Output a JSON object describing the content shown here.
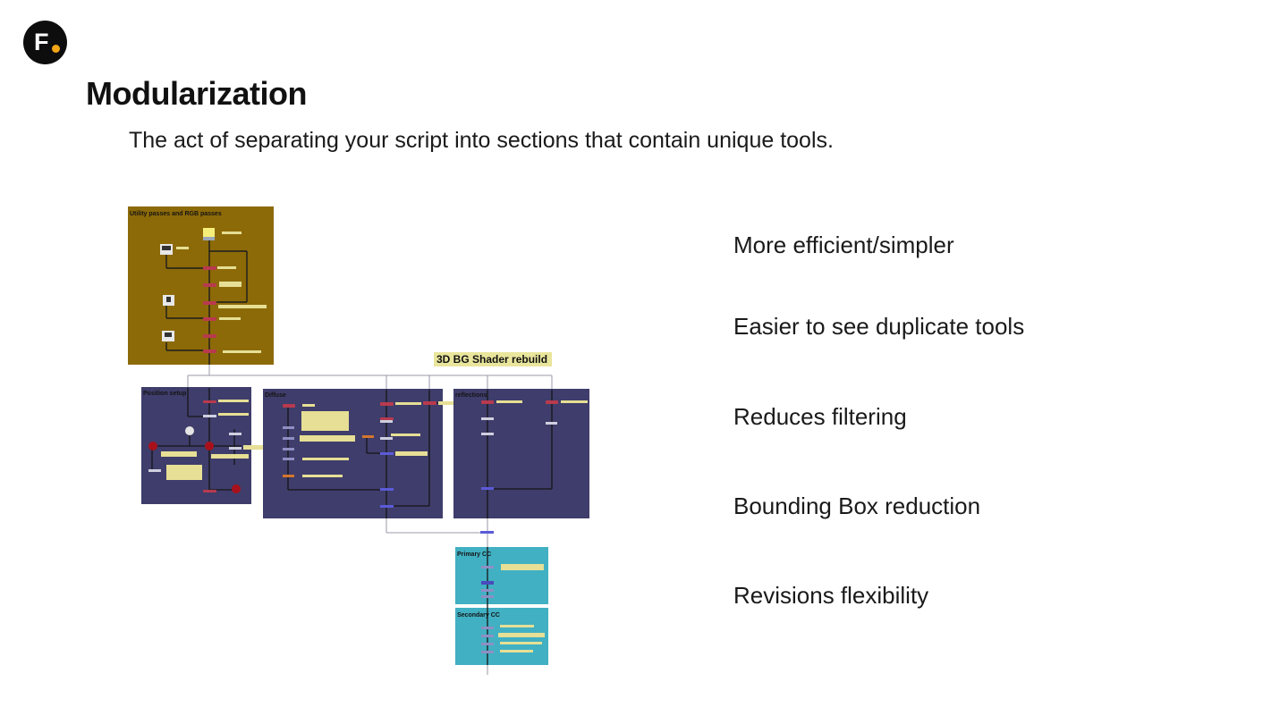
{
  "logo": {
    "letter": "F"
  },
  "title": "Modularization",
  "subtitle": "The act of separating your script into sections that contain unique tools.",
  "colors": {
    "utility_backdrop": "#8d6a08",
    "section_backdrop": "#3f3d6b",
    "cc_backdrop": "#41b0c3",
    "note_yellow": "#d6d08a",
    "logo_dot": "#f2a516"
  },
  "node_graph": {
    "utility_label": "Utility passes and RGB passes",
    "shader_label": "3D BG Shader rebuild",
    "position_label": "Position setup",
    "diffuse_label": "Diffuse",
    "reflections_label": "reflections",
    "primary_label": "Primary CC",
    "secondary_label": "Secondary CC"
  },
  "bullets": [
    "More efficient/simpler",
    "Easier to see duplicate tools",
    "Reduces filtering",
    "Bounding Box reduction",
    "Revisions flexibility"
  ]
}
